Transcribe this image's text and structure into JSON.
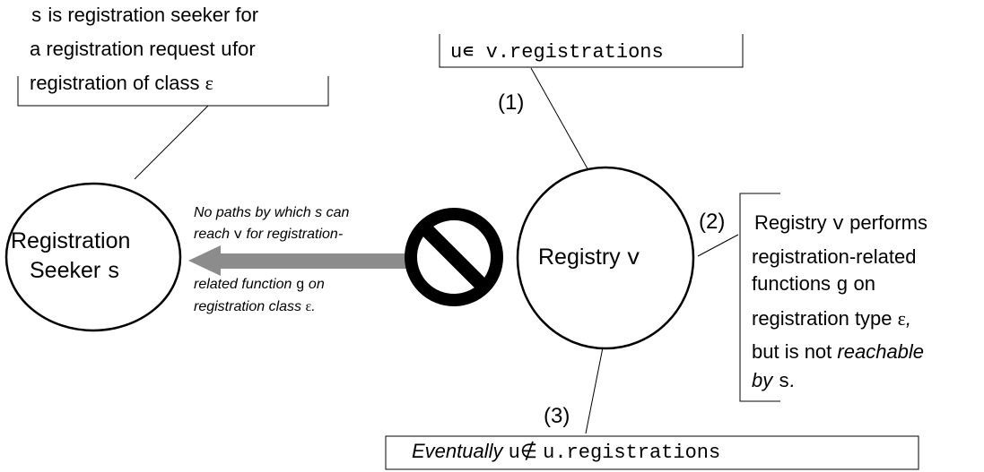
{
  "colors": {
    "arrow": "#8c8c8c",
    "stroke": "#000000",
    "background": "#ffffff"
  },
  "nodes": {
    "seeker": {
      "line1": "Registration",
      "line2_text": "Seeker",
      "line2_var": "s"
    },
    "registry": {
      "text": "Registry",
      "var": "v"
    }
  },
  "icons": {
    "prohibition": "no-entry-icon",
    "arrow": "left-arrow"
  },
  "top_left_note": {
    "l1_var": "s",
    "l1_text": " is registration seeker for",
    "l2_text": "a registration request",
    "l2_var": "u",
    "l2_text2": "for",
    "l3_text": "registration of class",
    "l3_var": "ε"
  },
  "top_mid_note": {
    "var_u": "u",
    "elem": "∊",
    "rest": " v.registrations"
  },
  "labels": {
    "one": "(1)",
    "two": "(2)",
    "three": "(3)"
  },
  "mid_note": {
    "l1": "No paths by which s can",
    "l2_a": "reach",
    "l2_var": "v",
    "l2_b": "for registration-",
    "l3_a": "related  function",
    "l3_var": "g",
    "l3_b": "on",
    "l4_a": "registration class",
    "l4_var": "ε",
    "l4_b": "."
  },
  "right_note": {
    "l1_a": "Registry",
    "l1_var": "v",
    "l1_b": "performs",
    "l2": "registration-related",
    "l3_a": "functions",
    "l3_var": "g",
    "l3_b": "on",
    "l4_a": "registration type",
    "l4_var": "ε",
    "l4_b": ",",
    "l5": "but is not",
    "l5_it": "reachable",
    "l6_it": "by",
    "l6_var": "s",
    "l6_b": "."
  },
  "bottom_note": {
    "it": "Eventually",
    "var_u": "u",
    "notin": "∉",
    "rest": "u.registrations"
  }
}
